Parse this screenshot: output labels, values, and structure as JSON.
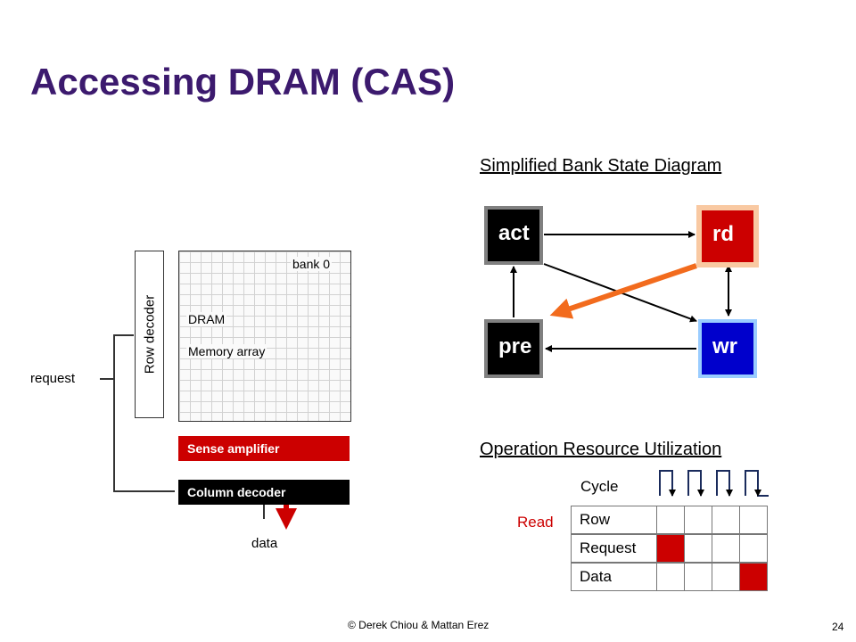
{
  "title": "Accessing DRAM (CAS)",
  "dram": {
    "bank_label": "bank 0",
    "array_label_1": "DRAM",
    "array_label_2": "Memory array",
    "row_decoder_label": "Row decoder",
    "sense_amp_label": "Sense amplifier",
    "col_decoder_label": "Column decoder",
    "request_label": "request",
    "data_label": "data"
  },
  "state_diagram": {
    "title": "Simplified Bank State Diagram",
    "states": {
      "act": "act",
      "rd": "rd",
      "pre": "pre",
      "wr": "wr"
    },
    "colors": {
      "act": "#000000",
      "pre": "#000000",
      "rd": "#cc0000",
      "wr": "#0000cc",
      "highlight_arrow": "#f26b1d"
    }
  },
  "resource": {
    "title": "Operation Resource Utilization",
    "cycle_label": "Cycle",
    "op_label": "Read",
    "rows": [
      {
        "label": "Row",
        "cells": [
          false,
          false,
          false,
          false
        ]
      },
      {
        "label": "Request",
        "cells": [
          true,
          false,
          false,
          false
        ]
      },
      {
        "label": "Data",
        "cells": [
          false,
          false,
          false,
          true
        ]
      }
    ]
  },
  "footer": {
    "credit": "© Derek Chiou & Mattan Erez",
    "page_number": "24"
  }
}
